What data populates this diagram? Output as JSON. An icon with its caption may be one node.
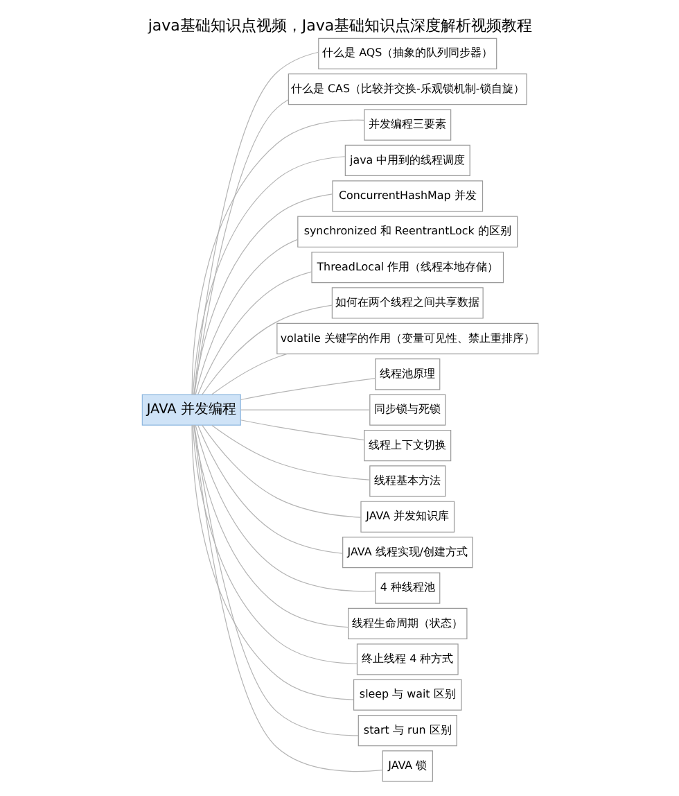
{
  "diagram": {
    "title": "java基础知识点视频，Java基础知识点深度解析视频教程",
    "nodes": [
      {
        "text": [
          "JAVA 并发编程"
        ]
      },
      {
        "text": [
          "什么是 AQS（抽象的队列同步器）"
        ]
      },
      {
        "text": [
          "什么是 CAS（比较并交换-乐观锁机制-锁自旋）"
        ]
      },
      {
        "text": [
          "并发编程三要素"
        ]
      },
      {
        "text": [
          "java 中用到的线程调度"
        ]
      },
      {
        "text": [
          "ConcurrentHashMap 并发"
        ]
      },
      {
        "text": [
          "synchronized 和 ReentrantLock 的区别"
        ]
      },
      {
        "text": [
          "ThreadLocal 作用（线程本地存储）"
        ]
      },
      {
        "text": [
          "如何在两个线程之间共享数据"
        ]
      },
      {
        "text": [
          "volatile 关键字的作用（变量可见性、禁止重排序）"
        ]
      },
      {
        "text": [
          "线程池原理"
        ]
      },
      {
        "text": [
          "同步锁与死锁"
        ]
      },
      {
        "text": [
          "线程上下文切换"
        ]
      },
      {
        "text": [
          "线程基本方法"
        ]
      },
      {
        "text": [
          "JAVA 并发知识库"
        ]
      },
      {
        "text": [
          "JAVA 线程实现/创建方式"
        ]
      },
      {
        "text": [
          "4 种线程池"
        ]
      },
      {
        "text": [
          "线程生命周期（状态）"
        ]
      },
      {
        "text": [
          "终止线程 4 种方式"
        ]
      },
      {
        "text": [
          "sleep 与 wait 区别"
        ]
      },
      {
        "text": [
          "start 与 run 区别"
        ]
      },
      {
        "text": [
          "JAVA 锁"
        ]
      }
    ],
    "edges": [
      {
        "from": 0,
        "to": 1,
        "arrow": "none"
      },
      {
        "from": 0,
        "to": 2,
        "arrow": "none"
      },
      {
        "from": 0,
        "to": 3,
        "arrow": "none"
      },
      {
        "from": 0,
        "to": 4,
        "arrow": "none"
      },
      {
        "from": 0,
        "to": 5,
        "arrow": "none"
      },
      {
        "from": 0,
        "to": 6,
        "arrow": "none"
      },
      {
        "from": 0,
        "to": 7,
        "arrow": "none"
      },
      {
        "from": 0,
        "to": 8,
        "arrow": "none"
      },
      {
        "from": 0,
        "to": 9,
        "arrow": "none"
      },
      {
        "from": 0,
        "to": 10,
        "arrow": "none"
      },
      {
        "from": 0,
        "to": 11,
        "arrow": "none"
      },
      {
        "from": 0,
        "to": 12,
        "arrow": "none"
      },
      {
        "from": 0,
        "to": 13,
        "arrow": "none"
      },
      {
        "from": 0,
        "to": 14,
        "arrow": "none"
      },
      {
        "from": 0,
        "to": 15,
        "arrow": "none"
      },
      {
        "from": 0,
        "to": 16,
        "arrow": "none"
      },
      {
        "from": 0,
        "to": 17,
        "arrow": "none"
      },
      {
        "from": 0,
        "to": 18,
        "arrow": "none"
      },
      {
        "from": 0,
        "to": 19,
        "arrow": "none"
      },
      {
        "from": 0,
        "to": 20,
        "arrow": "none"
      },
      {
        "from": 0,
        "to": 21,
        "arrow": "none"
      }
    ]
  }
}
